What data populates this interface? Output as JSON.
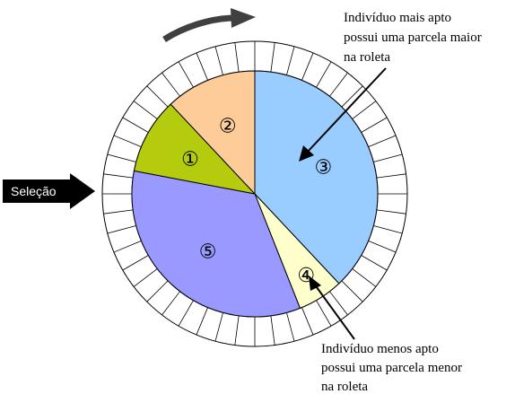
{
  "selection_label": "Seleção",
  "annotations": {
    "top": [
      "Indivíduo mais apto",
      "possui uma parcela maior",
      "na roleta"
    ],
    "bottom": [
      "Indivíduo menos apto",
      "possui uma parcela menor",
      "na roleta"
    ]
  },
  "wheel": {
    "slices": [
      {
        "id": "1",
        "label": "①",
        "share": 0.1,
        "color": "#b5cc0e"
      },
      {
        "id": "2",
        "label": "②",
        "share": 0.12,
        "color": "#fecc99"
      },
      {
        "id": "3",
        "label": "③",
        "share": 0.38,
        "color": "#99ccff"
      },
      {
        "id": "4",
        "label": "④",
        "share": 0.06,
        "color": "#ffffcc"
      },
      {
        "id": "5",
        "label": "⑤",
        "share": 0.34,
        "color": "#9999ff"
      }
    ],
    "outer_ring_segments": 48,
    "ring_color": "#ffffff",
    "rotation_arrow_color": "#404040"
  }
}
